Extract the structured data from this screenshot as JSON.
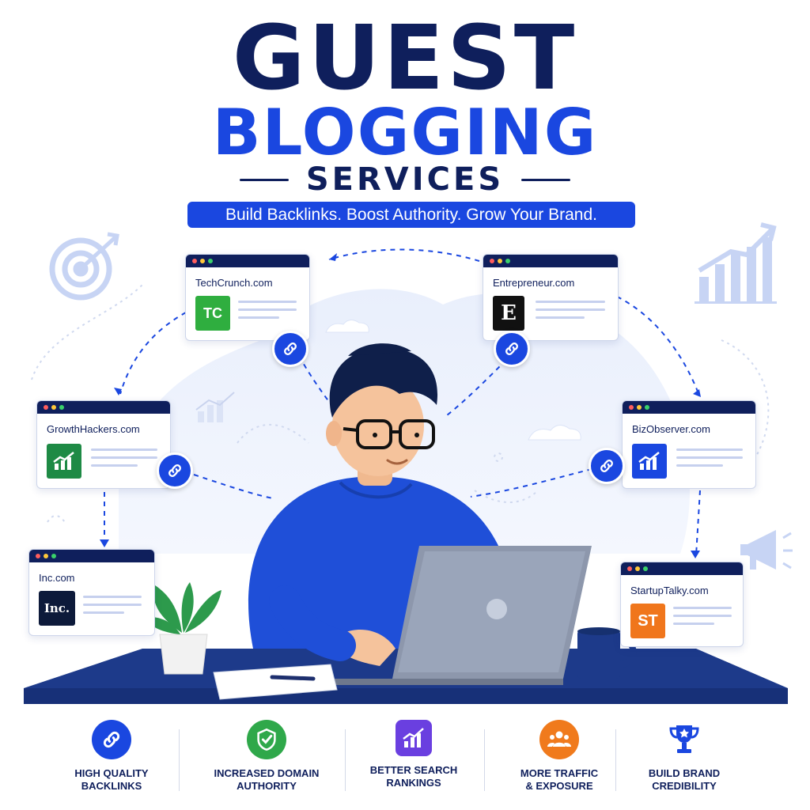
{
  "heading": {
    "line1": "GUEST",
    "line2": "BLOGGING",
    "line3": "SERVICES"
  },
  "tagline": "Build Backlinks. Boost Authority. Grow Your Brand.",
  "sites": [
    {
      "name": "TechCrunch.com",
      "logo_text": "TC",
      "logo_color": "#2fae3f"
    },
    {
      "name": "Entrepreneur.com",
      "logo_text": "E",
      "logo_color": "#111111"
    },
    {
      "name": "GrowthHackers.com",
      "logo_text": "",
      "logo_color": "#1e8a45"
    },
    {
      "name": "BizObserver.com",
      "logo_text": "",
      "logo_color": "#1a47e0"
    },
    {
      "name": "Inc.com",
      "logo_text": "Inc.",
      "logo_color": "#0d1a3a"
    },
    {
      "name": "StartupTalky.com",
      "logo_text": "ST",
      "logo_color": "#f0761c"
    }
  ],
  "features": [
    {
      "label_1": "HIGH QUALITY",
      "label_2": "BACKLINKS",
      "icon": "link-icon",
      "color": "#1a47e0"
    },
    {
      "label_1": "INCREASED DOMAIN",
      "label_2": "AUTHORITY",
      "icon": "shield-check-icon",
      "color": "#2fa84a"
    },
    {
      "label_1": "BETTER SEARCH",
      "label_2": "RANKINGS",
      "icon": "growth-chart-icon",
      "color": "#6a3fe0"
    },
    {
      "label_1": "MORE TRAFFIC",
      "label_2": "& EXPOSURE",
      "icon": "audience-icon",
      "color": "#f07a1c"
    },
    {
      "label_1": "BUILD BRAND",
      "label_2": "CREDIBILITY",
      "icon": "trophy-icon",
      "color": "#1a47e0"
    }
  ],
  "colors": {
    "navy": "#0f1f5c",
    "brand_blue": "#1a47e0",
    "light_bg": "#eaf0fb"
  }
}
